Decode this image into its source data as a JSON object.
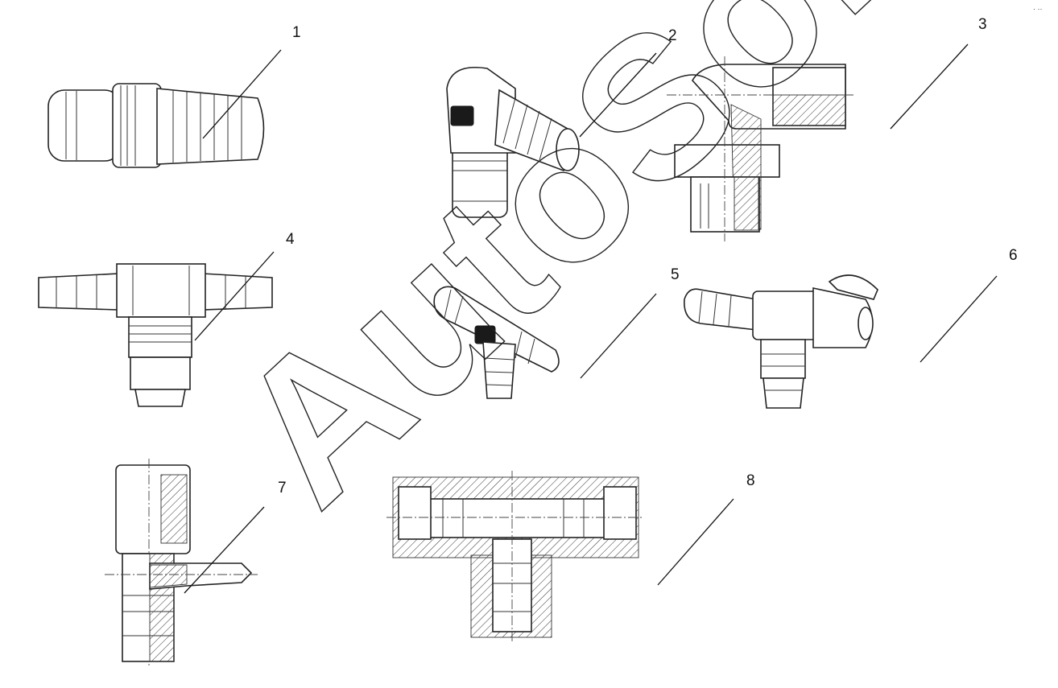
{
  "figure": {
    "watermark": "AutoSoft",
    "corner_marks": "· ··",
    "parts": [
      {
        "label": "1"
      },
      {
        "label": "2"
      },
      {
        "label": "3"
      },
      {
        "label": "4"
      },
      {
        "label": "5"
      },
      {
        "label": "6"
      },
      {
        "label": "7"
      },
      {
        "label": "8"
      }
    ]
  }
}
